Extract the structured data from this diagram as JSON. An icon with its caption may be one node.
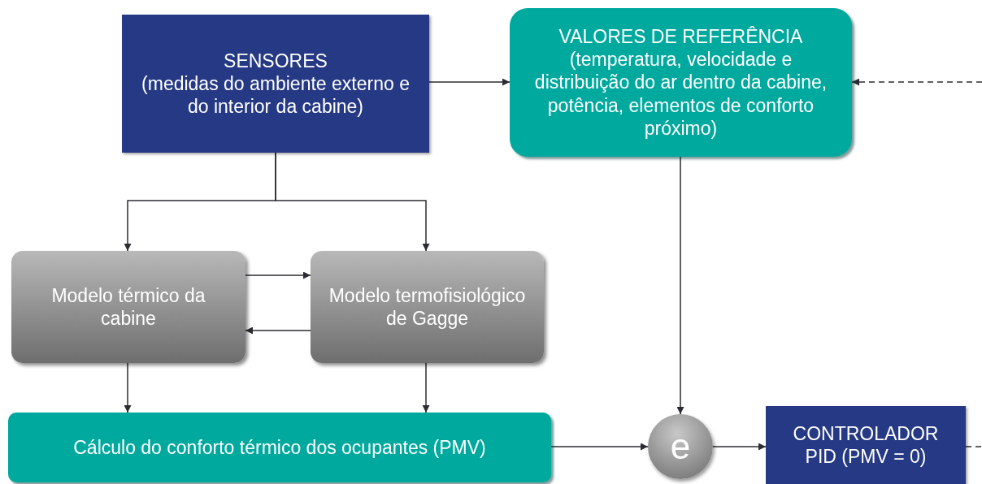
{
  "diagram": {
    "nodes": [
      {
        "text": [
          "SENSORES",
          "(medidas do ambiente externo e do interior da cabine)"
        ]
      },
      {
        "text": [
          "VALORES DE REFERÊNCIA",
          "(temperatura, velocidade e distribuição do ar dentro da cabine, potência, elementos de conforto próximo)"
        ]
      },
      {
        "text": [
          "Modelo térmico da cabine"
        ]
      },
      {
        "text": [
          "Modelo termofisiológico de Gagge"
        ]
      },
      {
        "text": [
          "Cálculo do conforto térmico dos ocupantes (PMV)"
        ]
      },
      {
        "text": [
          "e"
        ]
      },
      {
        "text": [
          "CONTROLADOR PID (PMV = 0)"
        ]
      }
    ],
    "edges": [
      {
        "from": 0,
        "to": 1,
        "arrow": "to"
      },
      {
        "from": 0,
        "to": 2,
        "arrow": "to"
      },
      {
        "from": 0,
        "to": 3,
        "arrow": "to"
      },
      {
        "from": 2,
        "to": 3,
        "arrow": "to"
      },
      {
        "from": 3,
        "to": 2,
        "arrow": "to"
      },
      {
        "from": 2,
        "to": 4,
        "arrow": "to"
      },
      {
        "from": 3,
        "to": 4,
        "arrow": "to"
      },
      {
        "from": 1,
        "to": 5,
        "arrow": "to"
      },
      {
        "from": 4,
        "to": 5,
        "arrow": "to"
      },
      {
        "from": 5,
        "to": 6,
        "arrow": "to"
      },
      {
        "from": null,
        "to": 1,
        "arrow": "to",
        "style": "dashed"
      },
      {
        "from": 6,
        "to": null,
        "arrow": "none",
        "style": "dashed"
      }
    ]
  }
}
